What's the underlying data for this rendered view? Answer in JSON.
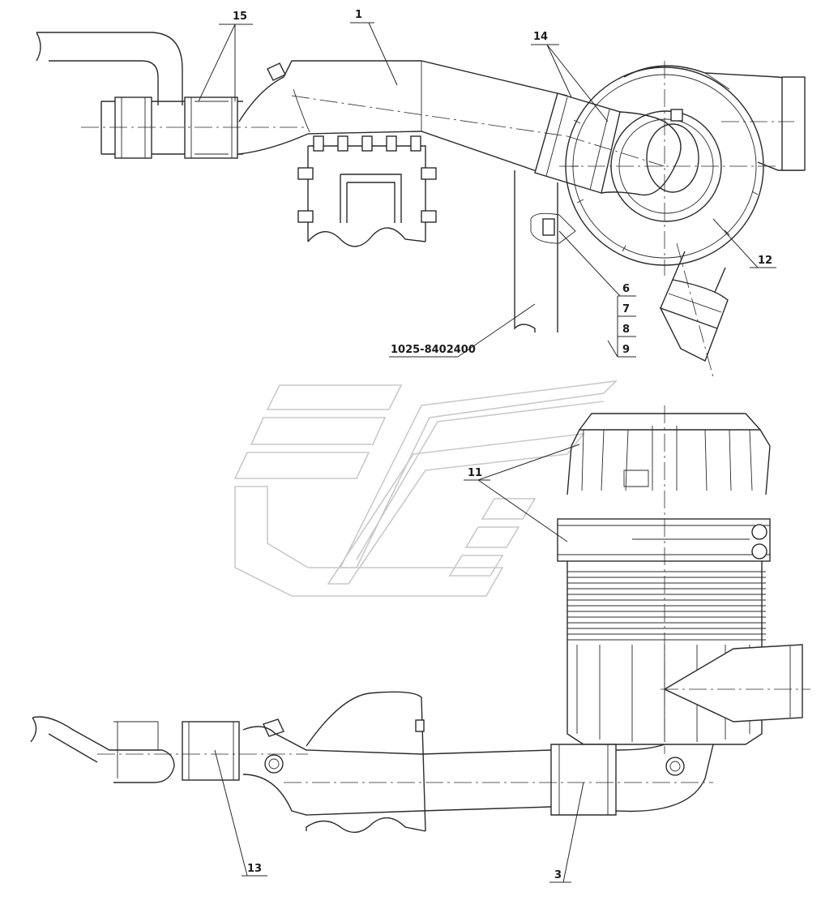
{
  "labels": {
    "l1": "1",
    "l3": "3",
    "l6": "6",
    "l7": "7",
    "l8": "8",
    "l9": "9",
    "l11": "11",
    "l12": "12",
    "l13": "13",
    "l14": "14",
    "l15": "15",
    "part_number": "1025-8402400"
  },
  "colors": {
    "line": "#2a2a2a",
    "background": "#ffffff",
    "watermark": "#c9c9c9"
  }
}
